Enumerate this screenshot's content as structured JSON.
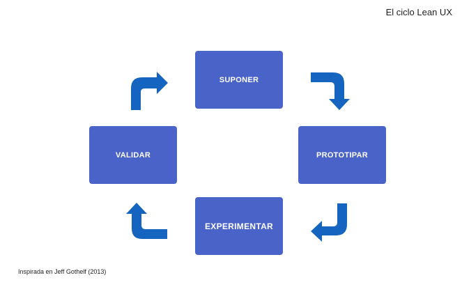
{
  "title": "El ciclo Lean UX",
  "credit": "Inspirada en Jeff Gothelf (2013)",
  "steps": {
    "suponer": "SUPONER",
    "prototipar": "PROTOTIPAR",
    "experimentar": "EXPERIMENTAR",
    "validar": "VALIDAR"
  },
  "colors": {
    "box": "#4a63c9",
    "arrow": "#1565c0"
  },
  "icons": [
    "curved-arrow-icon"
  ]
}
